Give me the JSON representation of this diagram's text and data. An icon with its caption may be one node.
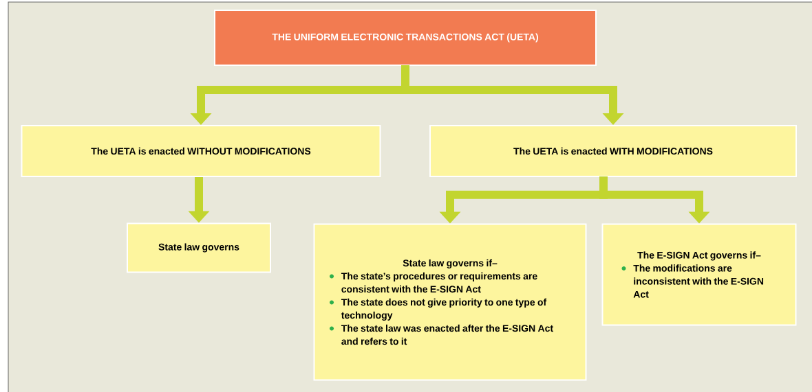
{
  "diagram": {
    "nodes": [
      {
        "text": [
          "THE UNIFORM ELECTRONIC TRANSACTIONS ACT (UETA)"
        ]
      },
      {
        "text": [
          "The UETA is enacted WITHOUT MODIFICATIONS"
        ]
      },
      {
        "text": [
          "The UETA is enacted WITH MODIFICATIONS"
        ]
      },
      {
        "text": [
          "State law governs"
        ]
      },
      {
        "text": [
          "State law governs if–",
          "The state’s procedures or requirements are consistent with the E-SIGN Act",
          "The state does not give priority to one type of technology",
          "The state law was enacted after the E-SIGN Act and refers to it"
        ]
      },
      {
        "text": [
          "The E-SIGN Act governs if–",
          "The modifications are inconsistent with the E-SIGN Act"
        ]
      }
    ],
    "edges": [
      {
        "from": 0,
        "to": 1,
        "arrow": "to"
      },
      {
        "from": 0,
        "to": 2,
        "arrow": "to"
      },
      {
        "from": 1,
        "to": 3,
        "arrow": "to"
      },
      {
        "from": 2,
        "to": 4,
        "arrow": "to"
      },
      {
        "from": 2,
        "to": 5,
        "arrow": "to"
      }
    ]
  }
}
